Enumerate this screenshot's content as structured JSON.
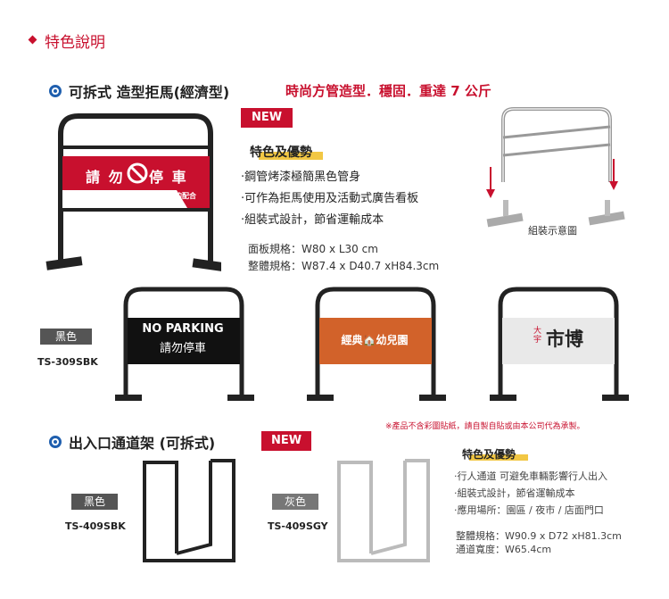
{
  "header": {
    "title": "特色說明"
  },
  "section1": {
    "title": "可拆式 造型拒馬(經濟型)",
    "slogan": "時尚方管造型．穩固．重達 7 公斤",
    "new_tag": "NEW",
    "features_title": "特色及優勢",
    "features": [
      "‧鋼管烤漆極簡黑色管身",
      "‧可作為拒馬使用及活動式廣告看板",
      "‧組裝式設計，節省運輸成本"
    ],
    "specs": [
      "面板規格：W80 x L30 cm",
      "整體規格：W87.4 x D40.7 xH84.3cm"
    ],
    "main_sign": {
      "text": "請 勿",
      "text2": "停 車",
      "subtext": "謝謝您的配合"
    },
    "assembly_label": "組裝示意圖",
    "color_label": "黑色",
    "model": "TS-309SBK",
    "variants": [
      {
        "line1": "NO PARKING",
        "line2": "請勿停車"
      },
      {
        "text": "經典🏠幼兒園"
      },
      {
        "small": "大宇",
        "text": "市博"
      }
    ],
    "note": "※產品不含彩圖貼紙，請自製自貼或由本公司代為承製。"
  },
  "section2": {
    "title": "出入口通道架 (可拆式)",
    "new_tag": "NEW",
    "black_label": "黑色",
    "black_model": "TS-409SBK",
    "gray_label": "灰色",
    "gray_model": "TS-409SGY",
    "features_title": "特色及優勢",
    "features": [
      "‧行人通道 可避免車輛影響行人出入",
      "‧組裝式設計，節省運輸成本",
      "‧應用場所：園區 / 夜市 / 店面門口"
    ],
    "specs": [
      "整體規格：W90.9 x D72 xH81.3cm",
      "通道寬度：W65.4cm"
    ]
  },
  "colors": {
    "accent": "#c8102e",
    "blue": "#1f5fae",
    "highlight": "#f2c744",
    "orange_panel": "#d2622a"
  }
}
